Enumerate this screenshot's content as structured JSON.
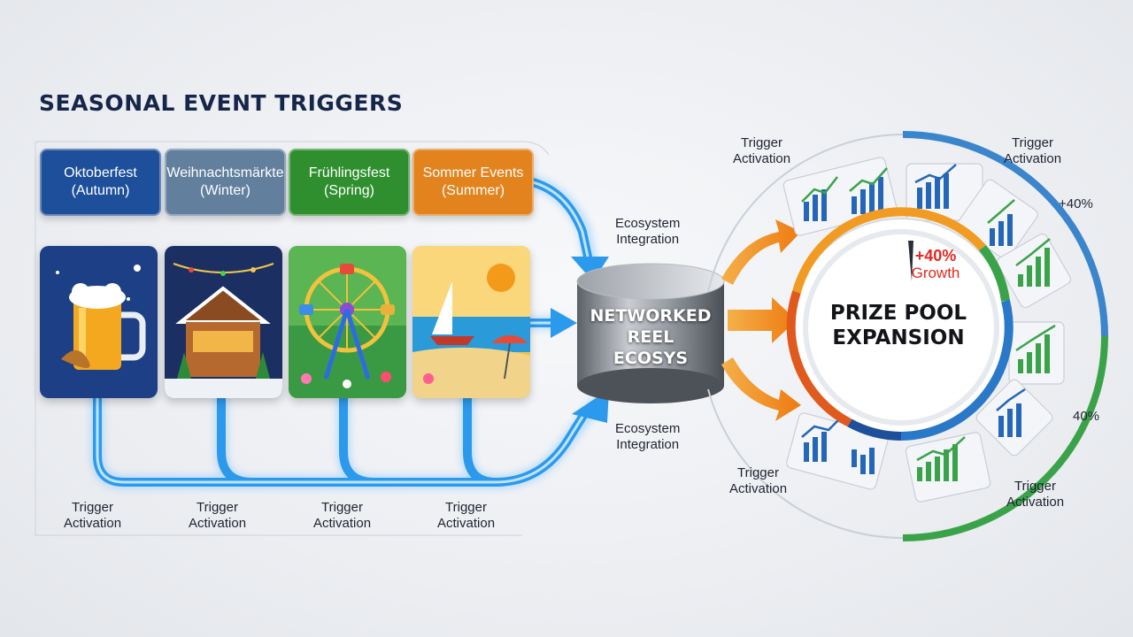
{
  "title": "SEASONAL EVENT TRIGGERS",
  "seasons": [
    {
      "name": "Oktoberfest",
      "season": "(Autumn)",
      "color": "#1e4f9a"
    },
    {
      "name": "Weihnachtsmärkte",
      "season": "(Winter)",
      "color": "#62809e"
    },
    {
      "name": "Frühlingsfest",
      "season": "(Spring)",
      "color": "#2f8f2f"
    },
    {
      "name": "Sommer Events",
      "season": "(Summer)",
      "color": "#e2831e"
    }
  ],
  "card_icons": [
    "beer-mug-icon",
    "christmas-market-icon",
    "ferris-wheel-icon",
    "beach-sailboat-icon"
  ],
  "trigger_labels": [
    {
      "line1": "Trigger",
      "line2": "Activation"
    },
    {
      "line1": "Trigger",
      "line2": "Activation"
    },
    {
      "line1": "Trigger",
      "line2": "Activation"
    },
    {
      "line1": "Trigger",
      "line2": "Activation"
    }
  ],
  "integration_labels": [
    {
      "line1": "Ecosystem",
      "line2": "Integration"
    },
    {
      "line1": "Ecosystem",
      "line2": "Integration"
    }
  ],
  "hub": {
    "line1": "NETWORKED",
    "line2": "REEL",
    "line3": "ECOSYS"
  },
  "prize": {
    "line1": "PRIZE POOL",
    "line2": "EXPANSION",
    "badge_value": "+40%",
    "badge_label": "Growth"
  },
  "ring_triggers": [
    {
      "line1": "Trigger",
      "line2": "Activation"
    },
    {
      "line1": "Trigger",
      "line2": "Activation"
    },
    {
      "line1": "Trigger",
      "line2": "Activation"
    },
    {
      "line1": "Trigger",
      "line2": "Activation"
    }
  ],
  "ring_percent_labels": [
    "+40%",
    "40%"
  ],
  "colors": {
    "flow": "#3aa2ec",
    "arrow": "#f08a1c",
    "ring_blue": "#2a78c8",
    "ring_green": "#3aa34a",
    "gauge_orange": "#f29b22",
    "growth_red": "#e0291f"
  }
}
